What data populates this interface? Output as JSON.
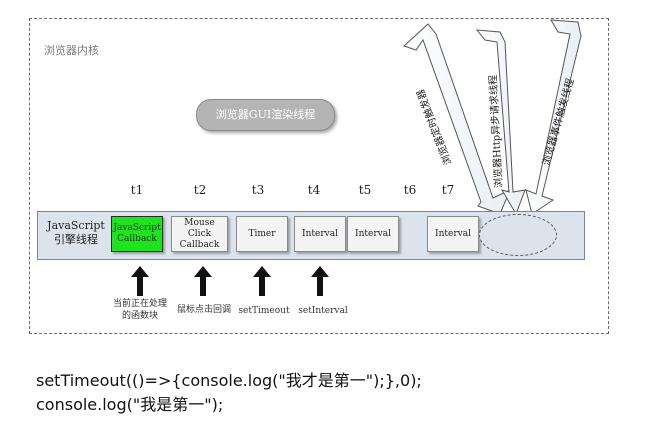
{
  "kernel_label": "浏览器内核",
  "gui_thread_label": "浏览器GUI渲染线程",
  "timeline_labels": [
    "t1",
    "t2",
    "t3",
    "t4",
    "t5",
    "t6",
    "t7"
  ],
  "js_thread_label": "JavaScript\n引擎线程",
  "tasks": [
    {
      "label": "JavaScript\nCallback"
    },
    {
      "label": "Mouse\nClick\nCallback"
    },
    {
      "label": "Timer"
    },
    {
      "label": "Interval"
    },
    {
      "label": "Interval"
    },
    {
      "label": "Interval"
    }
  ],
  "pointer_captions": [
    "当前正在处理\n的函数块",
    "鼠标点击回调",
    "setTimeout",
    "setInterval"
  ],
  "incoming_threads": [
    "浏览器定时触发器",
    "浏览器Http异步请求线程",
    "浏览器事件触发线程"
  ],
  "colors": {
    "active_task": "#1ee31e",
    "gui_pill": "#b4b4b4",
    "js_bar": "#dde3ec"
  },
  "code_lines": [
    "setTimeout(()=>{console.log(\"我才是第一\");},0);",
    "console.log(\"我是第一\");"
  ]
}
